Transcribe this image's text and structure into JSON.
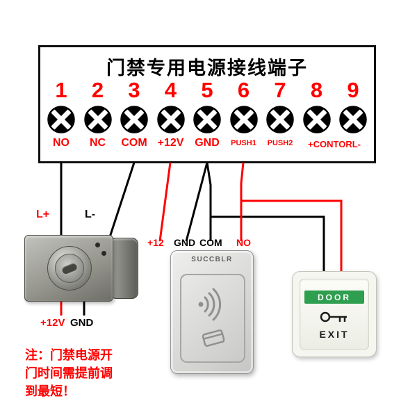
{
  "panel": {
    "title": "门禁专用电源接线端子",
    "terminals": [
      {
        "number": "1",
        "label": "NO"
      },
      {
        "number": "2",
        "label": "NC"
      },
      {
        "number": "3",
        "label": "COM"
      },
      {
        "number": "4",
        "label": "+12V"
      },
      {
        "number": "5",
        "label": "GND"
      },
      {
        "number": "6",
        "label": "PUSH1"
      },
      {
        "number": "7",
        "label": "PUSH2"
      },
      {
        "number": "8",
        "label": ""
      },
      {
        "number": "9",
        "label": ""
      }
    ],
    "control_label": "+CONTORL-"
  },
  "wire_labels": {
    "lock_plus": "L+",
    "lock_minus": "L-",
    "reader_12v": "+12",
    "reader_gnd": "GND",
    "reader_com": "COM",
    "reader_no": "NO",
    "lock_bottom_12v": "+12V",
    "lock_bottom_gnd": "GND"
  },
  "devices": {
    "reader_brand": "SUCCBLR",
    "button_door": "DOOR",
    "button_exit": "EXIT"
  },
  "note": {
    "lines": [
      "注：门禁电源开",
      "门时间需提前调",
      "到最短！"
    ]
  },
  "colors": {
    "wire_red": "#ff0000",
    "wire_black": "#000000",
    "label_red": "#ff0000",
    "door_green": "#2e9e4f"
  }
}
